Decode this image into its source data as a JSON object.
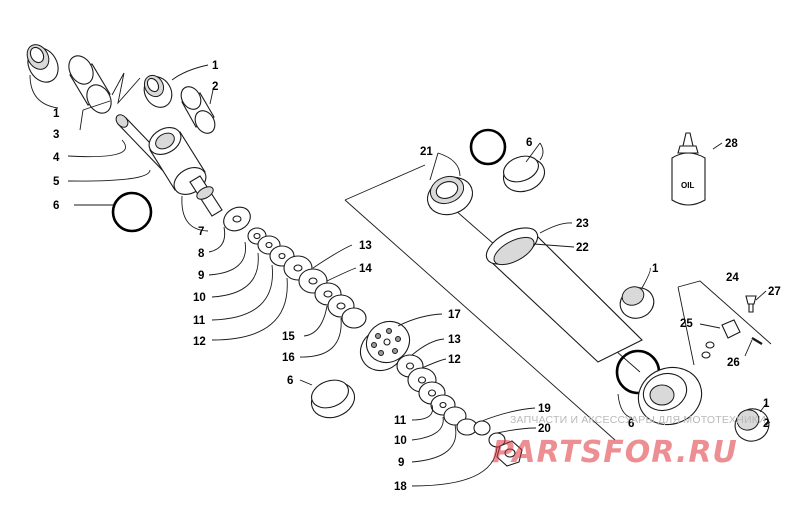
{
  "callouts": {
    "c1a": "1",
    "c1b": "1",
    "c1c": "1",
    "c1d": "1",
    "c2a": "2",
    "c2b": "2",
    "c3": "3",
    "c4": "4",
    "c5": "5",
    "c6a": "6",
    "c6b": "6",
    "c6c": "6",
    "c6d": "6",
    "c7": "7",
    "c8": "8",
    "c9a": "9",
    "c9b": "9",
    "c10a": "10",
    "c10b": "10",
    "c11a": "11",
    "c11b": "11",
    "c12a": "12",
    "c12b": "12",
    "c13a": "13",
    "c13b": "13",
    "c14": "14",
    "c15": "15",
    "c16": "16",
    "c17": "17",
    "c18": "18",
    "c19": "19",
    "c20": "20",
    "c21": "21",
    "c22": "22",
    "c23": "23",
    "c24": "24",
    "c25": "25",
    "c26": "26",
    "c27": "27",
    "c28": "28"
  },
  "bottle_label": "OIL",
  "watermark": {
    "text": "ЗАПЧАСТИ И АКСЕССУАРЫ ДЛЯ МОТОТЕХНИКИ",
    "logo": "PARTSFOR.RU"
  },
  "colors": {
    "line": "#1a1a1a",
    "oring": "#000000",
    "watermark_logo": "#e0333c"
  }
}
